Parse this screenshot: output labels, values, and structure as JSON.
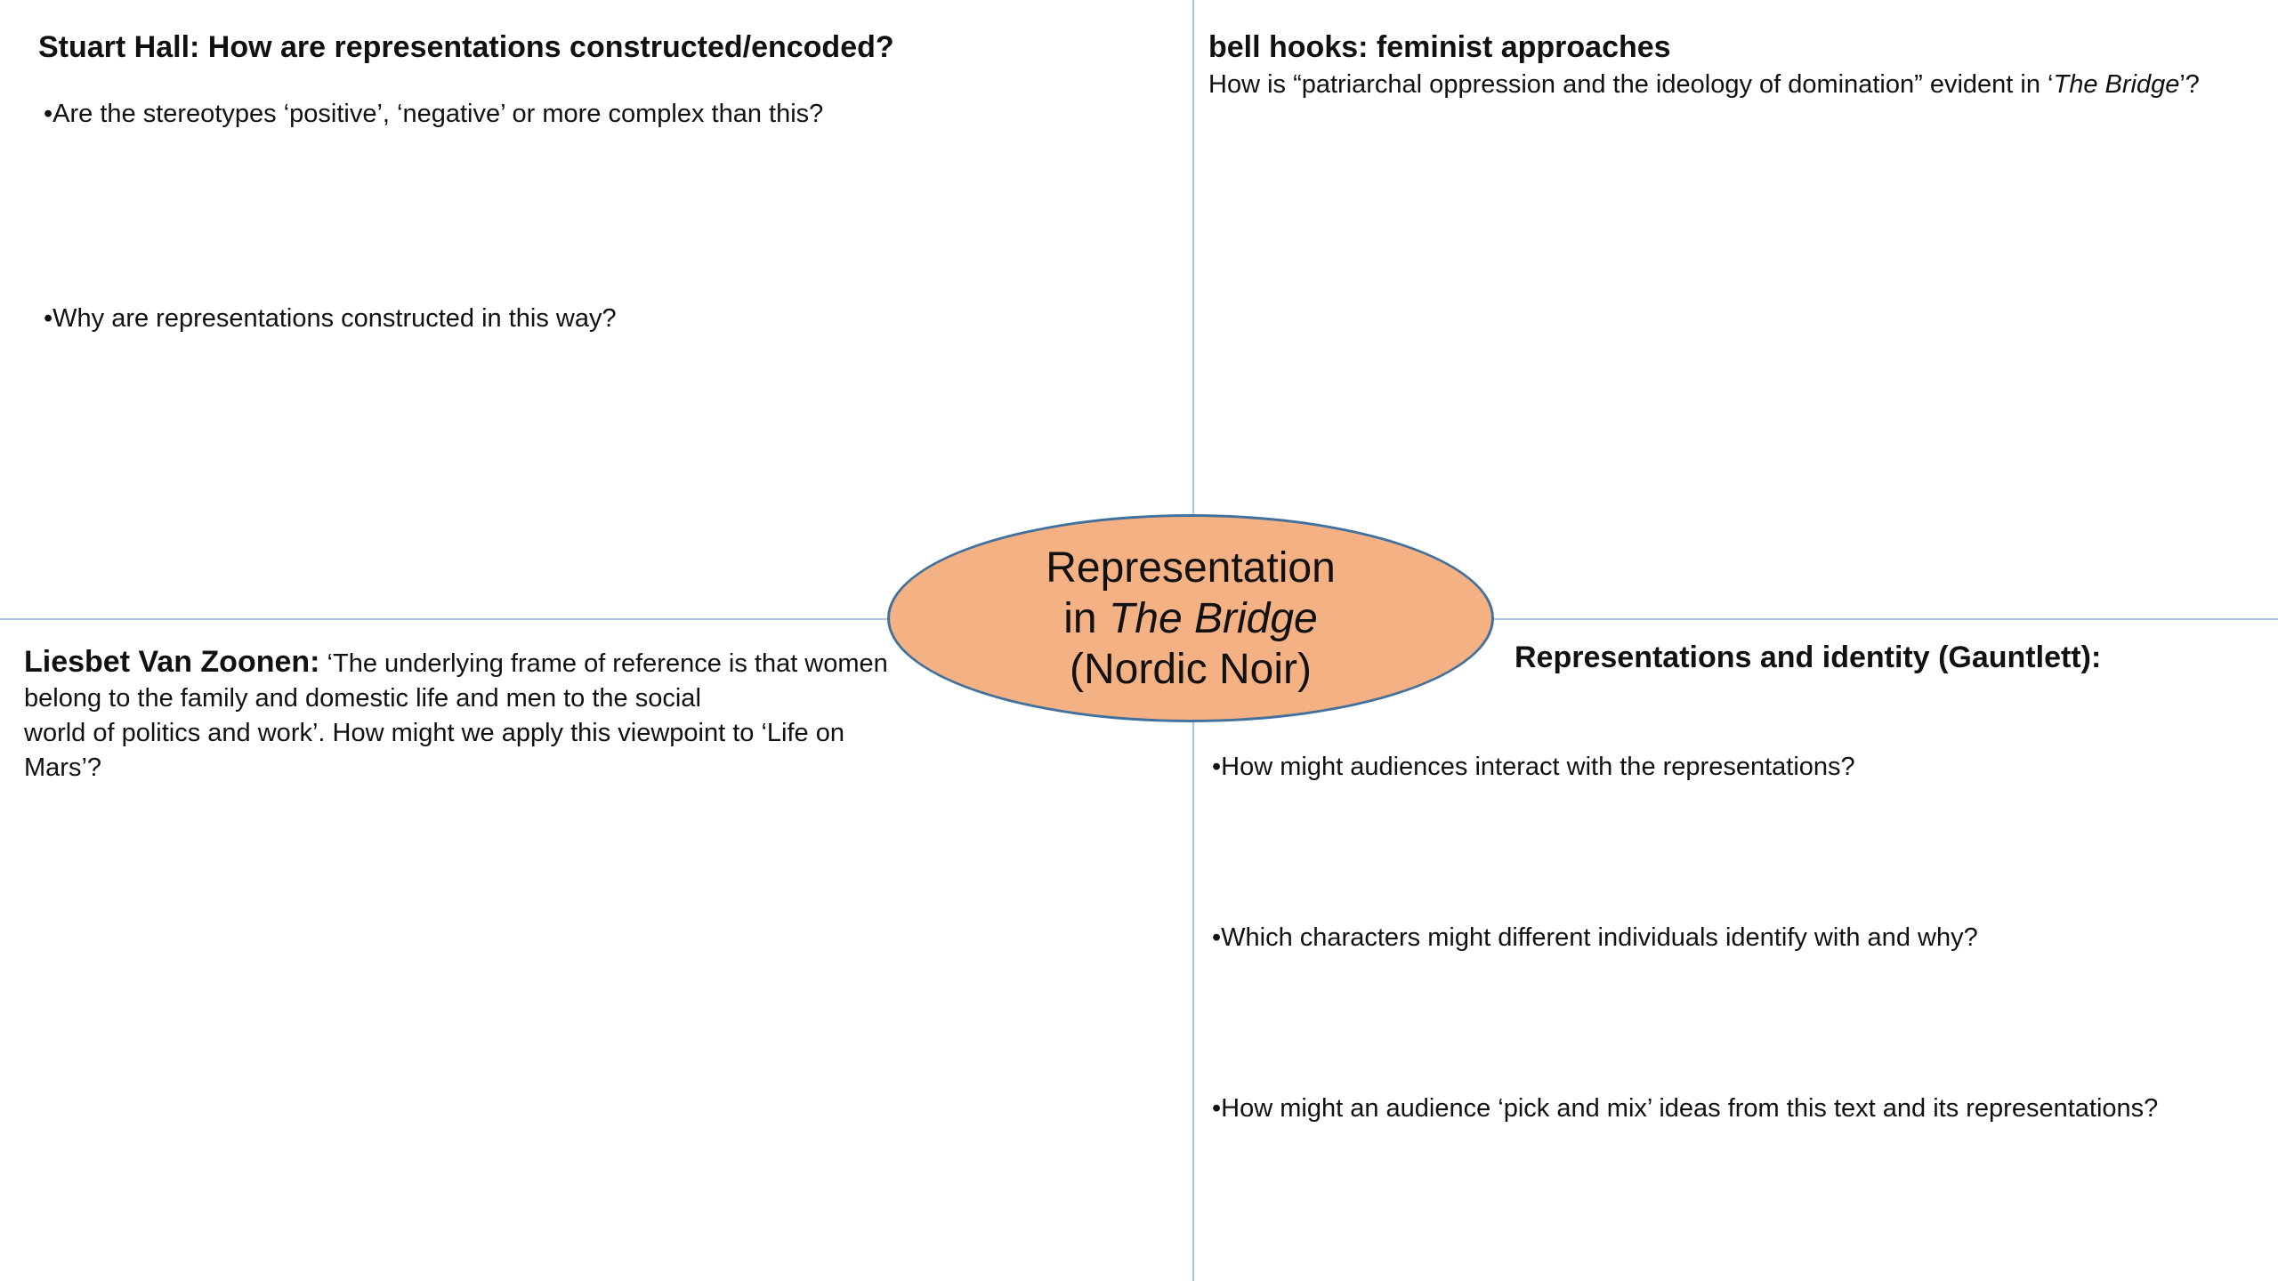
{
  "top_left": {
    "title": "Stuart Hall: How are representations constructed/encoded?",
    "bullet_1": "Are the stereotypes ‘positive’, ‘negative’ or more complex than this?",
    "bullet_2": "Why are representations constructed in this way?"
  },
  "top_right": {
    "title": "bell hooks: feminist approaches",
    "question_pre": "How is “patriarchal oppression and the ideology of domination” evident in ‘",
    "question_italic": "The Bridge",
    "question_post": "’?"
  },
  "bottom_left": {
    "name": "Liesbet Van Zoonen:",
    "line_1": " ‘The underlying frame of reference is that women",
    "line_2": "belong to the family and domestic life and men to the social",
    "line_3": "world of politics and work’. How might we apply this viewpoint to ‘Life on",
    "line_4": "Mars’?"
  },
  "bottom_right": {
    "title": "Representations and identity (Gauntlett):",
    "bullet_1": "How might audiences interact with the representations?",
    "bullet_2": "Which characters might different individuals identify with and why?",
    "bullet_3": "How might an audience ‘pick and mix’ ideas from this text and its representations?"
  },
  "center": {
    "line_1": "Representation",
    "line_2_pre": "in ",
    "line_2_italic": "The Bridge",
    "line_3": "(Nordic Noir)"
  },
  "colors": {
    "ellipse_fill": "#f4b184",
    "ellipse_border": "#41719c",
    "divider": "#a9c4e6"
  }
}
